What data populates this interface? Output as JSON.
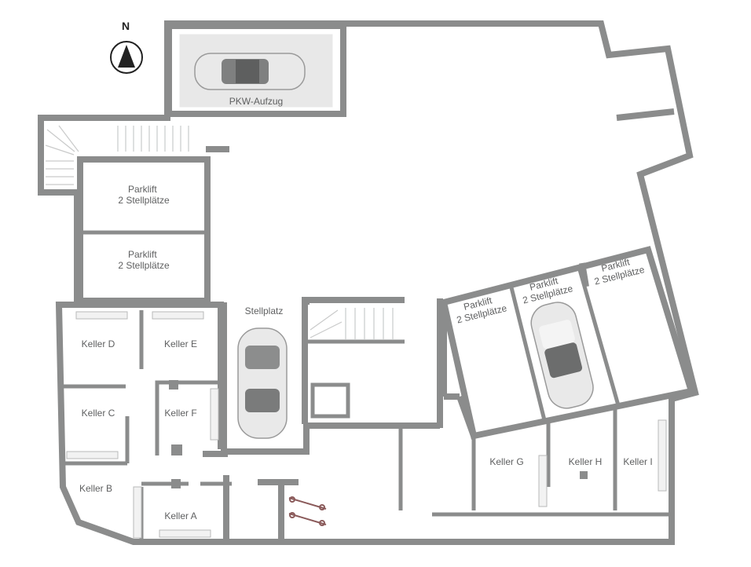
{
  "compass": {
    "label": "N"
  },
  "rooms": {
    "car_lift": "PKW-Aufzug",
    "parklift_1": [
      "Parklift",
      "2 Stellplätze"
    ],
    "parklift_2": [
      "Parklift",
      "2 Stellplätze"
    ],
    "parklift_3": [
      "Parklift",
      "2 Stellplätze"
    ],
    "parklift_4": [
      "Parklift",
      "2 Stellplätze"
    ],
    "parklift_5": [
      "Parklift",
      "2 Stellplätze"
    ],
    "parking_space": "Stellplatz",
    "keller_a": "Keller A",
    "keller_b": "Keller B",
    "keller_c": "Keller C",
    "keller_d": "Keller D",
    "keller_e": "Keller E",
    "keller_f": "Keller F",
    "keller_g": "Keller G",
    "keller_h": "Keller H",
    "keller_i": "Keller I"
  },
  "colors": {
    "floor": "#d3d5d4",
    "wall": "#8b8c8c",
    "white": "#ffffff"
  }
}
